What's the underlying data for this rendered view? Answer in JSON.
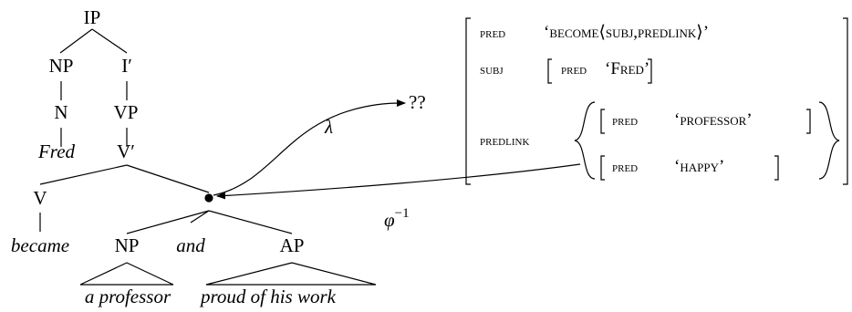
{
  "tree": {
    "ip": "IP",
    "np": "NP",
    "n": "N",
    "fred": "Fred",
    "ibar": "I′",
    "vp": "VP",
    "vbar": "V′",
    "v": "V",
    "became": "became",
    "np2": "NP",
    "and": "and",
    "ap": "AP",
    "a_professor": "a professor",
    "proud": "proud of his work"
  },
  "annotations": {
    "lambda": "λ",
    "question": "??",
    "phi_base": "φ",
    "phi_exp": "−1"
  },
  "fstructure": {
    "row1_attr": "pred",
    "row1_open": "‘",
    "row1_word": "become",
    "row1_args": "subj,predlink",
    "row1_close": "’",
    "row2_attr": "subj",
    "row2_inner_attr": "pred",
    "row2_open": "‘",
    "row2_word": "Fred",
    "row2_close": "’",
    "row3_attr": "predlink",
    "set1_attr": "pred",
    "set1_value": "‘professor’",
    "set2_attr": "pred",
    "set2_value": "‘happy’"
  }
}
